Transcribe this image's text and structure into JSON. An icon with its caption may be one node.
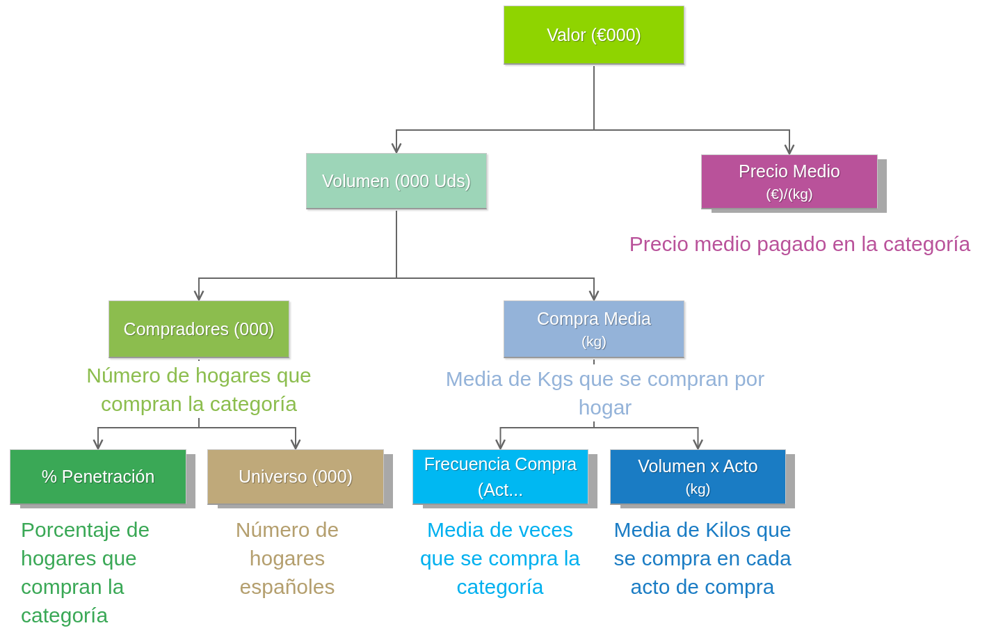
{
  "diagram": {
    "nodes": [
      {
        "text": [
          "Valor (€000)"
        ]
      },
      {
        "text": [
          "Volumen (000 Uds)"
        ]
      },
      {
        "text": [
          "Precio Medio",
          "(€)/(kg)"
        ],
        "beside": [
          "Precio medio pagado en la categoría"
        ]
      },
      {
        "text": [
          "Compradores (000)"
        ],
        "beside": [
          "Número de hogares que compran la categoría"
        ]
      },
      {
        "text": [
          "Compra Media",
          "(kg)"
        ],
        "beside": [
          "Media de Kgs que se compran por hogar"
        ]
      },
      {
        "text": [
          "% Penetración"
        ],
        "beside": [
          "Porcentaje de hogares que compran la categoría"
        ]
      },
      {
        "text": [
          "Universo (000)"
        ],
        "beside": [
          "Número de hogares españoles"
        ]
      },
      {
        "text": [
          "Frecuencia Compra (Act..."
        ],
        "beside": [
          "Media de veces que se compra la categoría"
        ]
      },
      {
        "text": [
          "Volumen x Acto",
          "(kg)"
        ],
        "beside": [
          "Media de Kilos que se compra en cada acto de compra"
        ]
      }
    ],
    "edges": [
      {
        "from": 0,
        "to": 1,
        "arrow": "to"
      },
      {
        "from": 0,
        "to": 2,
        "arrow": "to"
      },
      {
        "from": 1,
        "to": 3,
        "arrow": "to"
      },
      {
        "from": 1,
        "to": 4,
        "arrow": "to"
      },
      {
        "from": 3,
        "to": 5,
        "arrow": "to"
      },
      {
        "from": 3,
        "to": 6,
        "arrow": "to"
      },
      {
        "from": 4,
        "to": 7,
        "arrow": "to"
      },
      {
        "from": 4,
        "to": 8,
        "arrow": "to"
      }
    ]
  }
}
